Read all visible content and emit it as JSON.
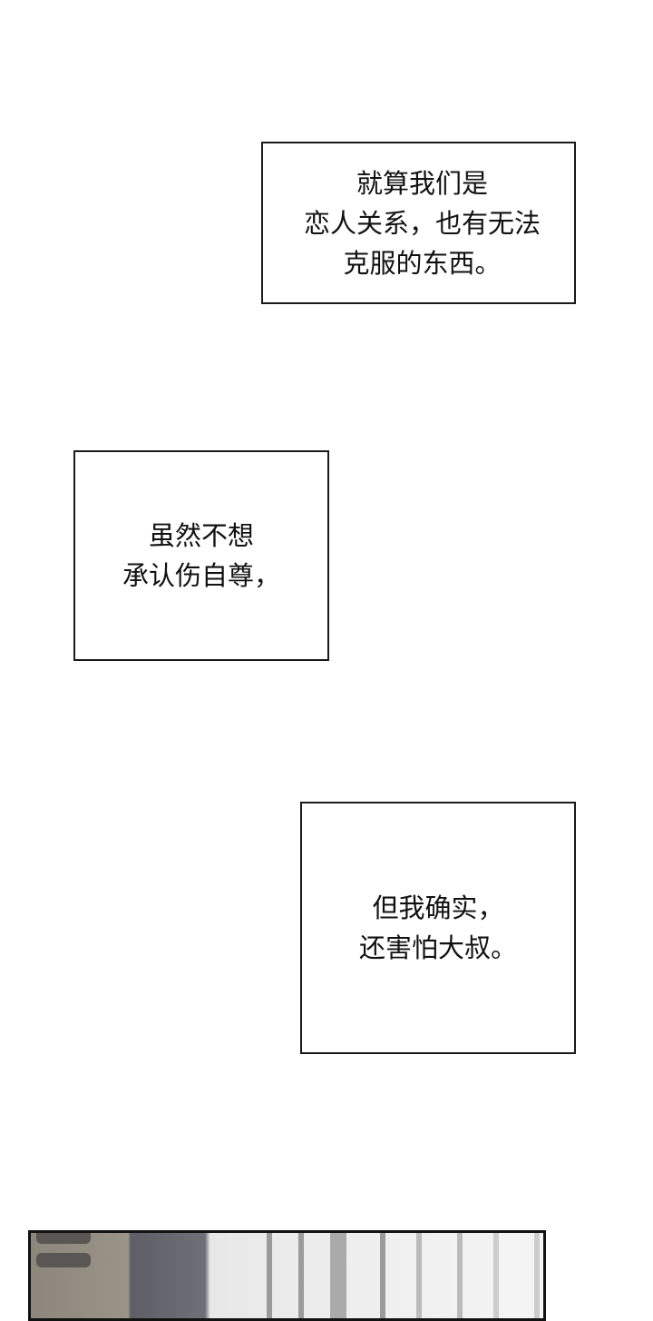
{
  "captions": [
    {
      "lines": [
        "就算我们是",
        "恋人关系，也有无法",
        "克服的东西。"
      ]
    },
    {
      "lines": [
        "虽然不想",
        "承认伤自尊，"
      ]
    },
    {
      "lines": [
        "但我确实，",
        "还害怕大叔。"
      ]
    }
  ]
}
